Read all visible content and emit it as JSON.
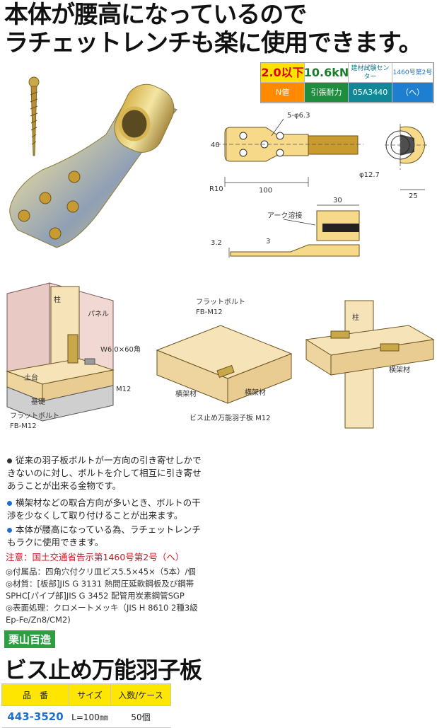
{
  "headline": {
    "line1": "本体が腰高になっているので",
    "line2": "ラチェットレンチも楽に使用できます。"
  },
  "spec": {
    "n_value": "2.0以下",
    "n_label": "N値",
    "tension": "10.6kN",
    "tension_label": "引張耐力",
    "center": "建材試験センター",
    "center_code": "05A3440",
    "notice": "1460号第2号",
    "notice_code": "（へ）"
  },
  "drawing": {
    "holes": "5-φ6.3",
    "height": "40",
    "radius": "R10",
    "length": "100",
    "pipe_dia": "φ12.7",
    "pipe_len": "25",
    "weld_len": "30",
    "weld": "アーク溶接",
    "thick1": "3.2",
    "thick2": "3"
  },
  "scene1": {
    "pillar": "柱",
    "panel": "パネル",
    "washer": "W6.0×60角",
    "sill": "土台",
    "bolt_m12": "M12",
    "foundation": "基礎",
    "flat_bolt": "フラットボルト",
    "flat_bolt_code": "FB-M12"
  },
  "scene2": {
    "flat_bolt": "フラットボルト",
    "flat_bolt_code": "FB-M12",
    "beam_left": "横架材",
    "beam_right": "横架材",
    "caption": "ビス止め万能羽子板 M12"
  },
  "scene3": {
    "pillar": "柱",
    "beam": "横架材"
  },
  "bullets": [
    {
      "color": "#333333",
      "text": "従来の羽子板ボルトが一方向の引き寄せしかできないのに対し、ボルトを介して相互に引き寄せあうことが出来る金物です。"
    },
    {
      "color": "#1e6fd0",
      "text": "横架材などの取合方向が多いとき、ボルトの干渉を少なくして取り付けることが出来ます。"
    },
    {
      "color": "#1e6fd0",
      "text": "本体が腰高になっている為、ラチェットレンチもラクに使用できます。"
    }
  ],
  "caution": "注意：国土交通省告示第1460号第2号（へ）",
  "notes": {
    "n1": "◎付属品：四角穴付クリ皿ビス5.5×45×（5本）/個",
    "n2": "◎材質：[板部]JIS G 3131 熱間圧延軟鋼板及び鋼帯SPHC[パイプ部]JIS G 3452 配管用炭素鋼管SGP",
    "n3": "◎表面処理：クロメートメッキ（JIS H 8610 2種3級 Ep-Fe/Zn8/CM2)"
  },
  "brand": "栗山百造",
  "product_title": "ビス止め万能羽子板",
  "table": {
    "headers": [
      "品　番",
      "サイズ",
      "入数/ケース"
    ],
    "row": [
      "443-3520",
      "L=100㎜",
      "50個"
    ]
  },
  "colors": {
    "accent_yellow": "#ffe600",
    "brand_green": "#2e9e43",
    "caution_red": "#d0141e",
    "bullet_blue": "#1e6fd0"
  }
}
